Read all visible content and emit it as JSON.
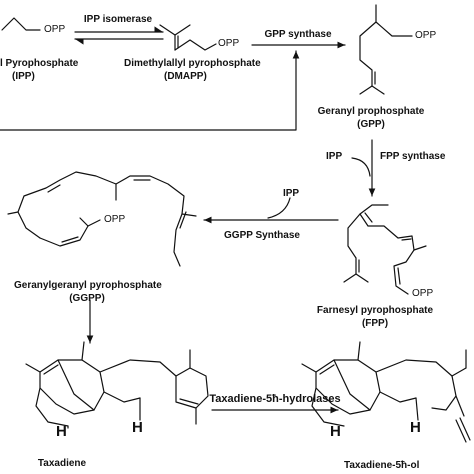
{
  "colors": {
    "ink": "#111111",
    "background": "#ffffff"
  },
  "compounds": {
    "ipp": {
      "name": "l Pyrophosphate",
      "abbr": "(IPP)",
      "group": "OPP"
    },
    "dmapp": {
      "name": "Dimethylallyl pyrophosphate",
      "abbr": "(DMAPP)",
      "group": "OPP"
    },
    "gpp": {
      "name": "Geranyl prophosphate",
      "abbr": "(GPP)",
      "group": "OPP"
    },
    "fpp": {
      "name": "Farnesyl pyrophosphate",
      "abbr": "(FPP)",
      "group": "OPP"
    },
    "ggpp": {
      "name": "Geranylgeranyl  pyrophosphate",
      "abbr": "(GGPP)",
      "group": "OPP"
    },
    "taxadiene": {
      "name": "Taxadiene",
      "h": "H"
    },
    "taxadienol": {
      "name": "Taxadiene-5ħ-ol",
      "h": "H"
    }
  },
  "enzymes": {
    "ipp_isomerase": "IPP isomerase",
    "gpp_synthase": "GPP synthase",
    "fpp_synthase": "FPP synthase",
    "ggpp_synthase": "GGPP Synthase",
    "hydroxylase": "Taxadiene-5ħ-hydrolases"
  },
  "cosubstrates": {
    "ipp_fpp": "IPP",
    "ipp_ggpp": "IPP"
  }
}
